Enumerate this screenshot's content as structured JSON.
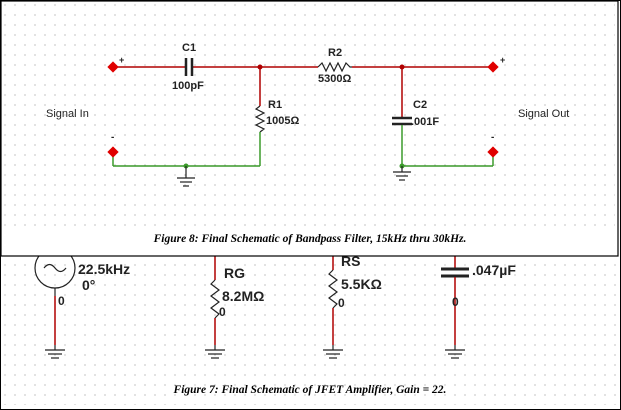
{
  "figure8": {
    "caption": "Figure 8:  Final Schematic of Bandpass Filter, 15kHz thru 30kHz.",
    "signal_in": "Signal In",
    "signal_out": "Signal Out",
    "c1": {
      "ref": "C1",
      "value": "100pF"
    },
    "r2": {
      "ref": "R2",
      "value": "5300Ω"
    },
    "r1": {
      "ref": "R1",
      "value": "1005Ω"
    },
    "c2": {
      "ref": "C2",
      "value": ".001F"
    },
    "plus": "+",
    "minus": "-"
  },
  "figure7": {
    "caption": "Figure 7:  Final Schematic of JFET Amplifier, Gain = 22.",
    "source_freq": "22.5kHz",
    "source_phase": "0°",
    "rg": {
      "ref": "RG",
      "value": "8.2MΩ"
    },
    "rs": {
      "ref": "RS",
      "value": "5.5KΩ"
    },
    "cap_value": ".047µF",
    "node_zero": "0"
  },
  "colors": {
    "wire_red": "#b00000",
    "wire_green": "#3a9a2a",
    "terminal_red": "#e00000",
    "component": "#222222",
    "node_label": "#d03030"
  }
}
